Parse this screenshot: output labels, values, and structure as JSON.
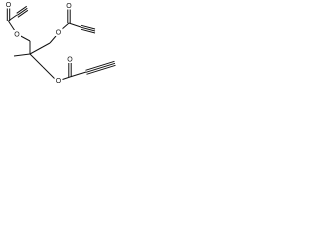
{
  "molecule": {
    "atoms": {
      "o_carbonyl_1": "O",
      "o_ester_1": "O",
      "o_carbonyl_2": "O",
      "o_ester_2": "O",
      "o_carbonyl_3": "O",
      "o_ester_3": "O"
    }
  }
}
